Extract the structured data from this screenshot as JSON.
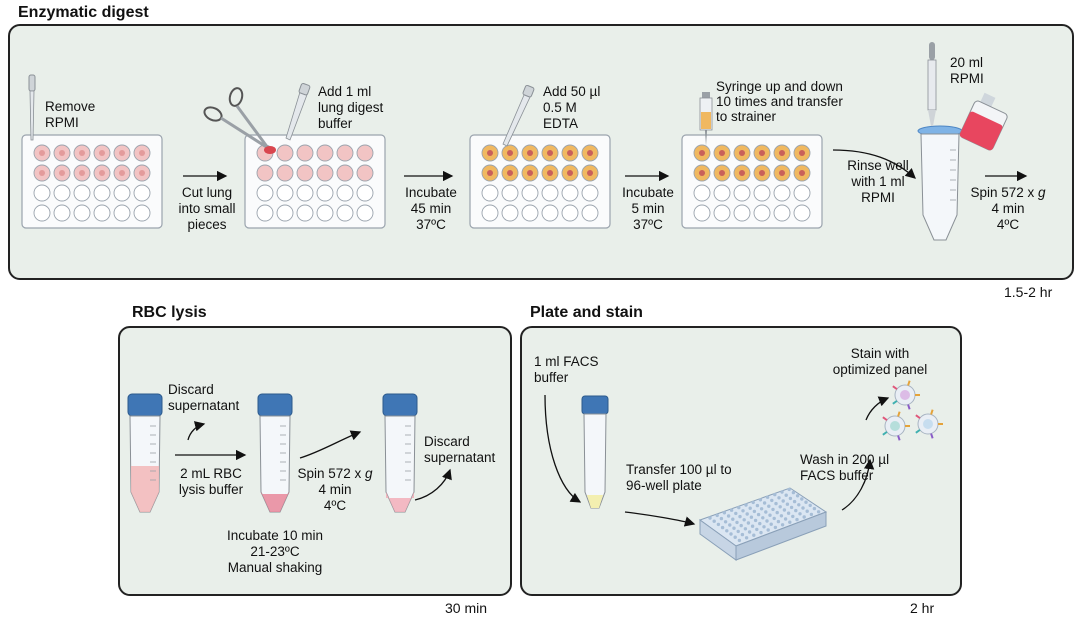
{
  "sections": {
    "enzymatic": {
      "title": "Enzymatic digest",
      "duration": "1.5-2 hr"
    },
    "rbc": {
      "title": "RBC lysis",
      "duration": "30 min"
    },
    "plate": {
      "title": "Plate and stain",
      "duration": "2 hr"
    }
  },
  "steps": {
    "remove": [
      "Remove",
      "RPMI"
    ],
    "cut": [
      "Cut lung",
      "into small",
      "pieces"
    ],
    "add_buffer": [
      "Add 1 ml",
      "lung digest",
      "buffer"
    ],
    "incubate1": [
      "Incubate",
      "45 min",
      "37ºC"
    ],
    "add_edta": [
      "Add 50 µl",
      "0.5 M",
      "EDTA"
    ],
    "incubate2": [
      "Incubate",
      "5 min",
      "37ºC"
    ],
    "syringe": [
      "Syringe up and down",
      "10 times and transfer",
      "to strainer"
    ],
    "rinse": [
      "Rinse well",
      "with 1 ml",
      "RPMI"
    ],
    "rpmi20": [
      "20 ml",
      "RPMI"
    ],
    "spin1": {
      "pre": "Spin 572 x ",
      "g": "g",
      "rest": [
        "4 min",
        "4ºC"
      ]
    },
    "discard1": [
      "Discard",
      "supernatant"
    ],
    "rbc_buffer": [
      "2 mL RBC",
      "lysis buffer"
    ],
    "incubate3": [
      "Incubate 10 min",
      "21-23ºC",
      "Manual shaking"
    ],
    "spin2": {
      "pre": "Spin 572 x ",
      "g": "g",
      "rest": [
        "4 min",
        "4ºC"
      ]
    },
    "discard2": [
      "Discard",
      "supernatant"
    ],
    "facs": [
      "1 ml FACS",
      "buffer"
    ],
    "transfer": [
      "Transfer 100 µl to",
      "96-well plate"
    ],
    "wash": [
      "Wash in 200 µl",
      "FACS buffer"
    ],
    "stain": [
      "Stain with",
      "optimized panel"
    ]
  },
  "colors": {
    "panel_bg": "#e9efea",
    "tube_cap": "#3f76b5",
    "well_pink": "#f2c4c4",
    "well_digest": "#f0b860",
    "red_liquid": "#e8465f"
  }
}
